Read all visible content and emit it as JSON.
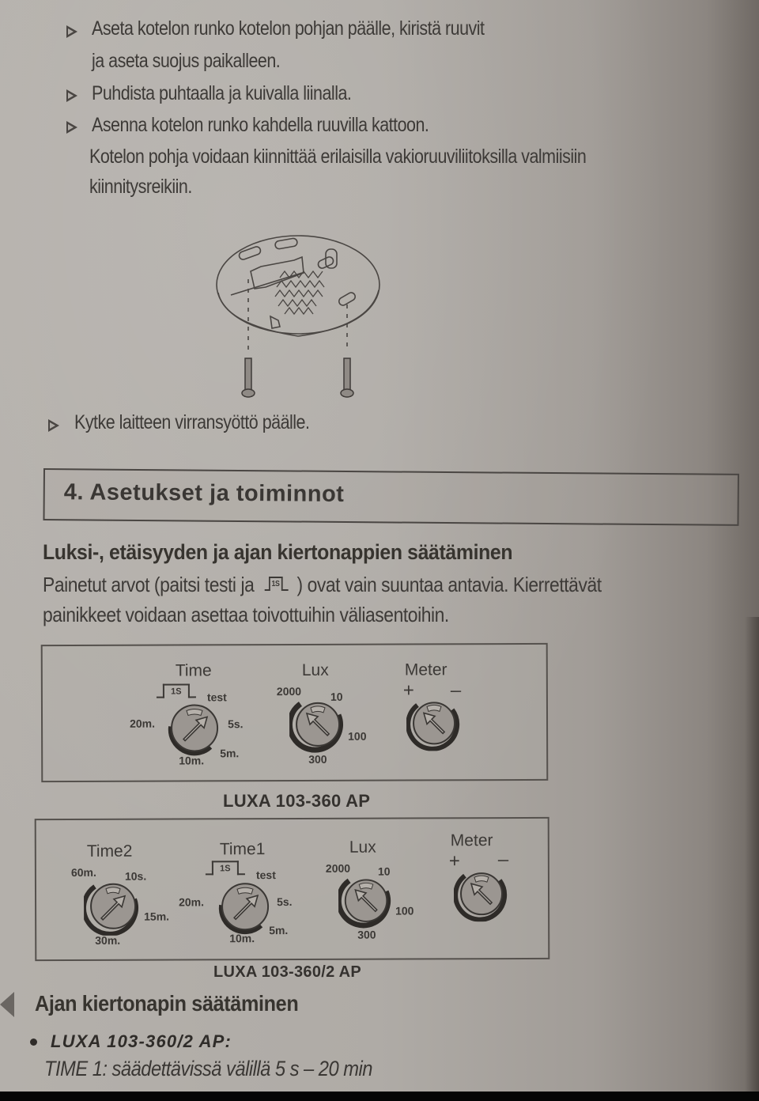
{
  "instructions": {
    "steps": [
      {
        "text": "Aseta kotelon runko kotelon pohjan päälle, kiristä ruuvit",
        "continuation": "ja aseta suojus paikalleen."
      },
      {
        "text": "Puhdista puhtaalla ja kuivalla liinalla."
      },
      {
        "text": "Asenna kotelon runko kahdella ruuvilla kattoon."
      }
    ],
    "note_line1": "Kotelon pohja voidaan kiinnittää erilaisilla vakioruuviliitoksilla valmiisiin",
    "note_line2": "kiinnitysreikiin.",
    "final_step": "Kytke laitteen virransyöttö päälle."
  },
  "illustration": {
    "description": "Ceiling-mount base plate with terminal block and two mounting screws"
  },
  "section": {
    "number_title": "4. Asetukset ja toiminnot"
  },
  "subsection": {
    "heading": "Luksi-, etäisyyden ja ajan kiertonappien säätäminen",
    "para_line1_before": "Painetut arvot (paitsi testi ja",
    "pulse_symbol": "1S",
    "para_line1_after": ") ovat vain suuntaa antavia.  Kierrettävät",
    "para_line2": "painikkeet voidaan asettaa toivottuihin väliasentoihin."
  },
  "panel1": {
    "caption": "LUXA 103-360 AP",
    "time": {
      "label": "Time",
      "pulse": "1S",
      "test": "test",
      "v20m": "20m.",
      "v5s": "5s.",
      "v10m": "10m.",
      "v5m": "5m."
    },
    "lux": {
      "label": "Lux",
      "v2000": "2000",
      "v10": "10",
      "v100": "100",
      "v300": "300"
    },
    "meter": {
      "label": "Meter",
      "plus": "+",
      "minus": "–"
    }
  },
  "panel2": {
    "caption": "LUXA 103-360/2 AP",
    "time2": {
      "label": "Time2",
      "v60m": "60m.",
      "v10s": "10s.",
      "v15m": "15m.",
      "v30m": "30m."
    },
    "time1": {
      "label": "Time1",
      "pulse": "1S",
      "test": "test",
      "v20m": "20m.",
      "v5s": "5s.",
      "v10m": "10m.",
      "v5m": "5m."
    },
    "lux": {
      "label": "Lux",
      "v2000": "2000",
      "v10": "10",
      "v100": "100",
      "v300": "300"
    },
    "meter": {
      "label": "Meter",
      "plus": "+",
      "minus": "–"
    }
  },
  "time_section": {
    "heading": "Ajan kiertonapin säätäminen",
    "model": "LUXA 103-360/2 AP:",
    "time1_line": "TIME 1: säädettävissä välillä 5 s – 20 min"
  },
  "colors": {
    "paper": "#afaba6",
    "ink": "#3d3a37",
    "bottom_bar": "#050505"
  }
}
